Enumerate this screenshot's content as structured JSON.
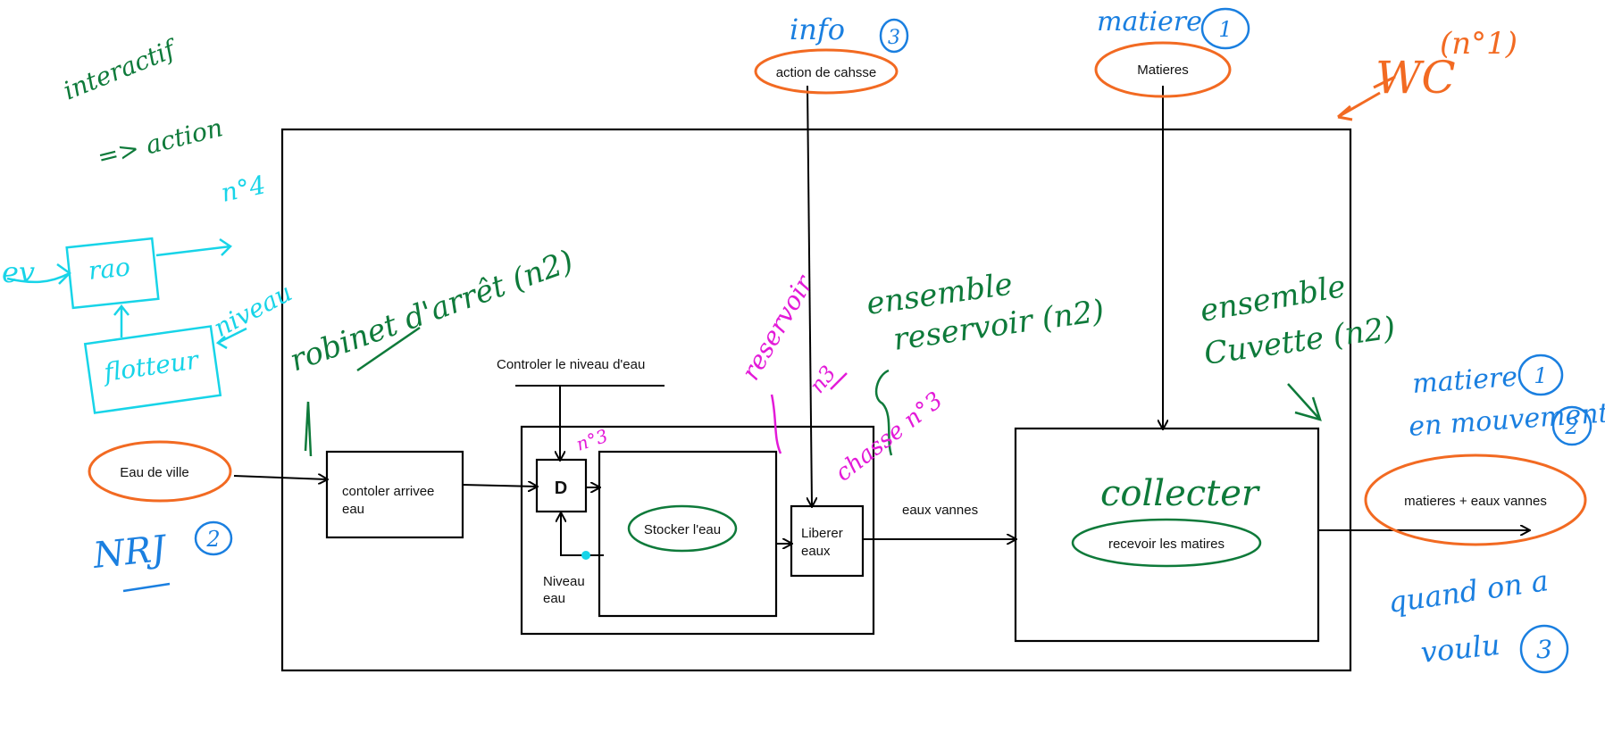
{
  "colors": {
    "ink": "#111111",
    "orange": "#f26a22",
    "green": "#0e7a3a",
    "blue": "#1a7fe0",
    "cyan": "#17d4e8",
    "magenta": "#e31ad8"
  },
  "typed_labels": {
    "action_de_chasse": "action de cahsse",
    "matieres": "Matieres",
    "eau_de_ville": "Eau de ville",
    "controler_niveau": "Controler le niveau d'eau",
    "controler_arrivee_line1": "contoler arrivee",
    "controler_arrivee_line2": "eau",
    "stocker": "Stocker l'eau",
    "liberer_line1": "Liberer",
    "liberer_line2": "eaux",
    "niveau_line1": "Niveau",
    "niveau_line2": "eau",
    "eaux_vannes": "eaux vannes",
    "recevoir_matieres": "recevoir les matires",
    "sortie": "matieres + eaux vannes",
    "cap_d": "D"
  },
  "handwritten": {
    "info3": "info",
    "info3_num": "3",
    "matiere1": "matiere",
    "matiere1_num": "1",
    "wc": "WC",
    "wc_num": "(n°1)",
    "interactif_line1": "interactif",
    "interactif_line2": "=> action",
    "n4": "n°4",
    "ev": "ev",
    "rao": "rao",
    "flotteur": "flotteur",
    "niveau": "niveau",
    "robinet": "robinet d'arrêt (n2)",
    "ensemble_reservoir_line1": "ensemble",
    "ensemble_reservoir_line2": "reservoir (n2)",
    "reservoir_mag": "reservoir",
    "reservoir_mag_num": "n3",
    "chasse": "chasse n°3",
    "n3_small": "n°3",
    "ensemble_cuvette_line1": "ensemble",
    "ensemble_cuvette_line2": "Cuvette (n2)",
    "collecter": "collecter",
    "matiere_en_mouvement_line1": "matiere",
    "matiere_en_mouvement_line2": "en mouvement",
    "num_1": "1",
    "num_2": "2",
    "num_3": "3",
    "quand_line1": "quand on a",
    "quand_line2": "voulu",
    "nrj": "NRJ",
    "nrj_num": "2"
  }
}
